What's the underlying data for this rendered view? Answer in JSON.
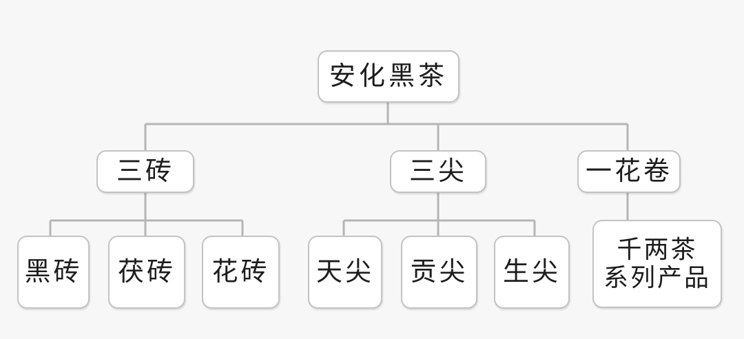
{
  "root": "安化黑茶",
  "branches": [
    {
      "label": "三砖",
      "children": [
        "黑砖",
        "茯砖",
        "花砖"
      ]
    },
    {
      "label": "三尖",
      "children": [
        "天尖",
        "贡尖",
        "生尖"
      ]
    },
    {
      "label": "一花卷",
      "children_lines": [
        "千两茶",
        "系列产品"
      ]
    }
  ],
  "colors": {
    "background": "#f7f7f7",
    "box_fill": "#ffffff",
    "box_border": "#c3c3c3",
    "connector": "#b5b5b5",
    "text": "#1d1d1d"
  }
}
